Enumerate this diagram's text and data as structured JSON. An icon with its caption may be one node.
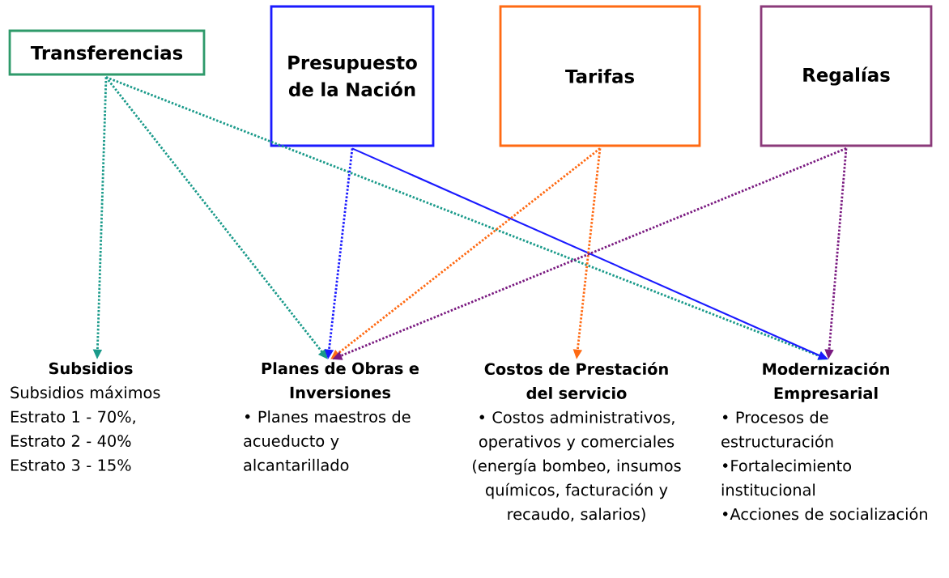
{
  "diagram": {
    "nodes": [
      {
        "text": [
          "Transferencias"
        ]
      },
      {
        "text": [
          "Presupuesto de la Nación"
        ]
      },
      {
        "text": [
          "Tarifas"
        ]
      },
      {
        "text": [
          "Regalías"
        ]
      },
      {
        "text": [
          "Subsidios",
          "Subsidios máximos",
          "Estrato 1  -  70%,",
          "Estrato 2 -  40%",
          "Estrato 3  - 15%"
        ]
      },
      {
        "text": [
          "Planes de Obras e Inversiones",
          "• Planes maestros de acueducto y alcantarillado"
        ]
      },
      {
        "text": [
          "Costos de Prestación del servicio",
          "• Costos administrativos, operativos y comerciales (energía bombeo, insumos químicos, facturación y recaudo, salarios)"
        ]
      },
      {
        "text": [
          "Modernización Empresarial",
          "• Procesos de estructuración",
          "•Fortalecimiento institucional",
          "•Acciones de socialización"
        ]
      }
    ],
    "edges": [
      {
        "from": 0,
        "to": 4,
        "arrow": "to",
        "style": "dashed",
        "color": "#1a9a8a"
      },
      {
        "from": 0,
        "to": 5,
        "arrow": "to",
        "style": "dashed",
        "color": "#1a9a8a"
      },
      {
        "from": 0,
        "to": 7,
        "arrow": "to",
        "style": "dashed",
        "color": "#1a9a8a"
      },
      {
        "from": 1,
        "to": 5,
        "arrow": "to",
        "style": "dashed",
        "color": "#1a1aff"
      },
      {
        "from": 1,
        "to": 7,
        "arrow": "to",
        "color": "#1a1aff"
      },
      {
        "from": 2,
        "to": 5,
        "arrow": "to",
        "style": "dashed",
        "color": "#ff6a13"
      },
      {
        "from": 2,
        "to": 6,
        "arrow": "to",
        "style": "dashed",
        "color": "#ff6a13"
      },
      {
        "from": 3,
        "to": 5,
        "arrow": "to",
        "style": "dashed",
        "color": "#7a1a80"
      },
      {
        "from": 3,
        "to": 7,
        "arrow": "to",
        "style": "dashed",
        "color": "#7a1a80"
      }
    ]
  }
}
